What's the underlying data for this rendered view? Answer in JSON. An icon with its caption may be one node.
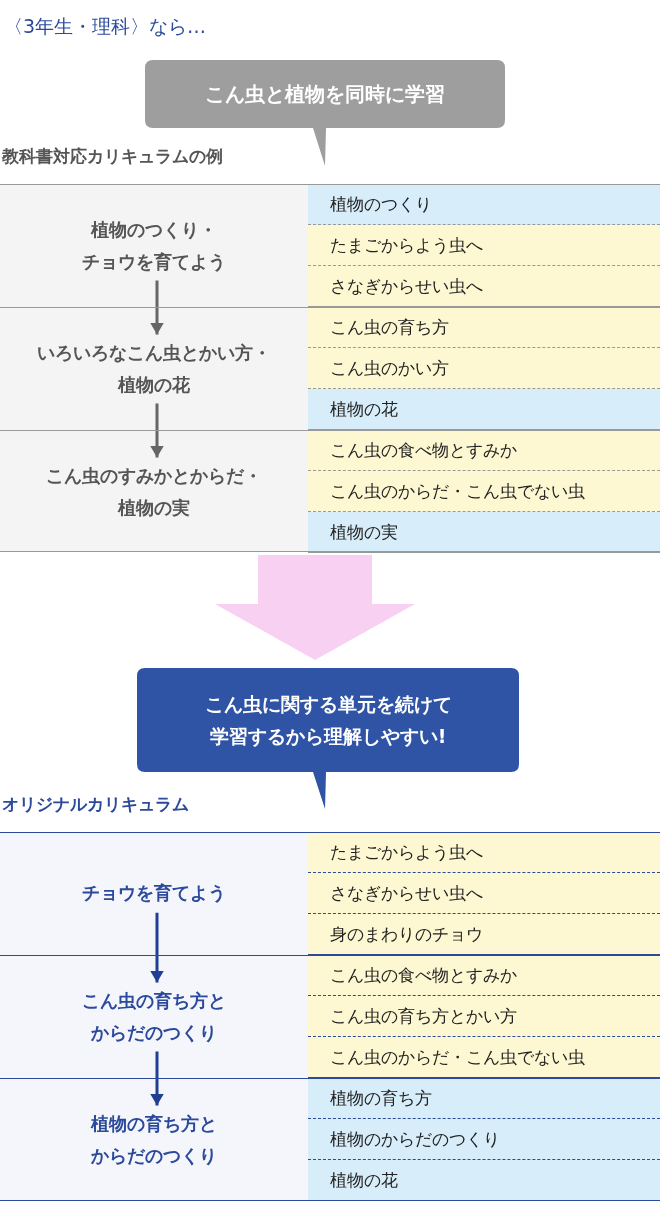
{
  "diagram": {
    "title": "〈3年生・理科〉なら…",
    "nodes": [
      {
        "text": [
          "こん虫と植物を同時に学習"
        ]
      },
      {
        "text": [
          "植物のつくり・チョウを育てよう"
        ]
      },
      {
        "text": [
          "植物のつくり"
        ]
      },
      {
        "text": [
          "たまごからよう虫へ"
        ]
      },
      {
        "text": [
          "さなぎからせい虫へ"
        ]
      },
      {
        "text": [
          "いろいろなこん虫とかい方・植物の花"
        ]
      },
      {
        "text": [
          "こん虫の育ち方"
        ]
      },
      {
        "text": [
          "こん虫のかい方"
        ]
      },
      {
        "text": [
          "植物の花"
        ]
      },
      {
        "text": [
          "こん虫のすみかとからだ・植物の実"
        ]
      },
      {
        "text": [
          "こん虫の食べ物とすみか"
        ]
      },
      {
        "text": [
          "こん虫のからだ・こん虫でない虫"
        ]
      },
      {
        "text": [
          "植物の実"
        ]
      },
      {
        "text": [
          "こん虫に関する単元を続けて学習するから理解しやすい!"
        ]
      },
      {
        "text": [
          "チョウを育てよう"
        ]
      },
      {
        "text": [
          "たまごからよう虫へ"
        ]
      },
      {
        "text": [
          "さなぎからせい虫へ"
        ]
      },
      {
        "text": [
          "身のまわりのチョウ"
        ]
      },
      {
        "text": [
          "こん虫の育ち方とからだのつくり"
        ]
      },
      {
        "text": [
          "こん虫の食べ物とすみか"
        ]
      },
      {
        "text": [
          "こん虫の育ち方とかい方"
        ]
      },
      {
        "text": [
          "こん虫のからだ・こん虫でない虫"
        ]
      },
      {
        "text": [
          "植物の育ち方とからだのつくり"
        ]
      },
      {
        "text": [
          "植物の育ち方"
        ]
      },
      {
        "text": [
          "植物のからだのつくり"
        ]
      },
      {
        "text": [
          "植物の花"
        ]
      }
    ],
    "edges": [
      {
        "from": 1,
        "to": 5,
        "arrow": "to"
      },
      {
        "from": 5,
        "to": 9,
        "arrow": "to"
      },
      {
        "from": 12,
        "to": 13,
        "arrow": "to",
        "style": "thick",
        "color": "#f8d0f2"
      },
      {
        "from": 14,
        "to": 18,
        "arrow": "to",
        "color": "#1f3f95"
      },
      {
        "from": 18,
        "to": 22,
        "arrow": "to",
        "color": "#1f3f95"
      }
    ],
    "labels": [
      "教科書対応カリキュラムの例",
      "オリジナルカリキュラム"
    ]
  }
}
